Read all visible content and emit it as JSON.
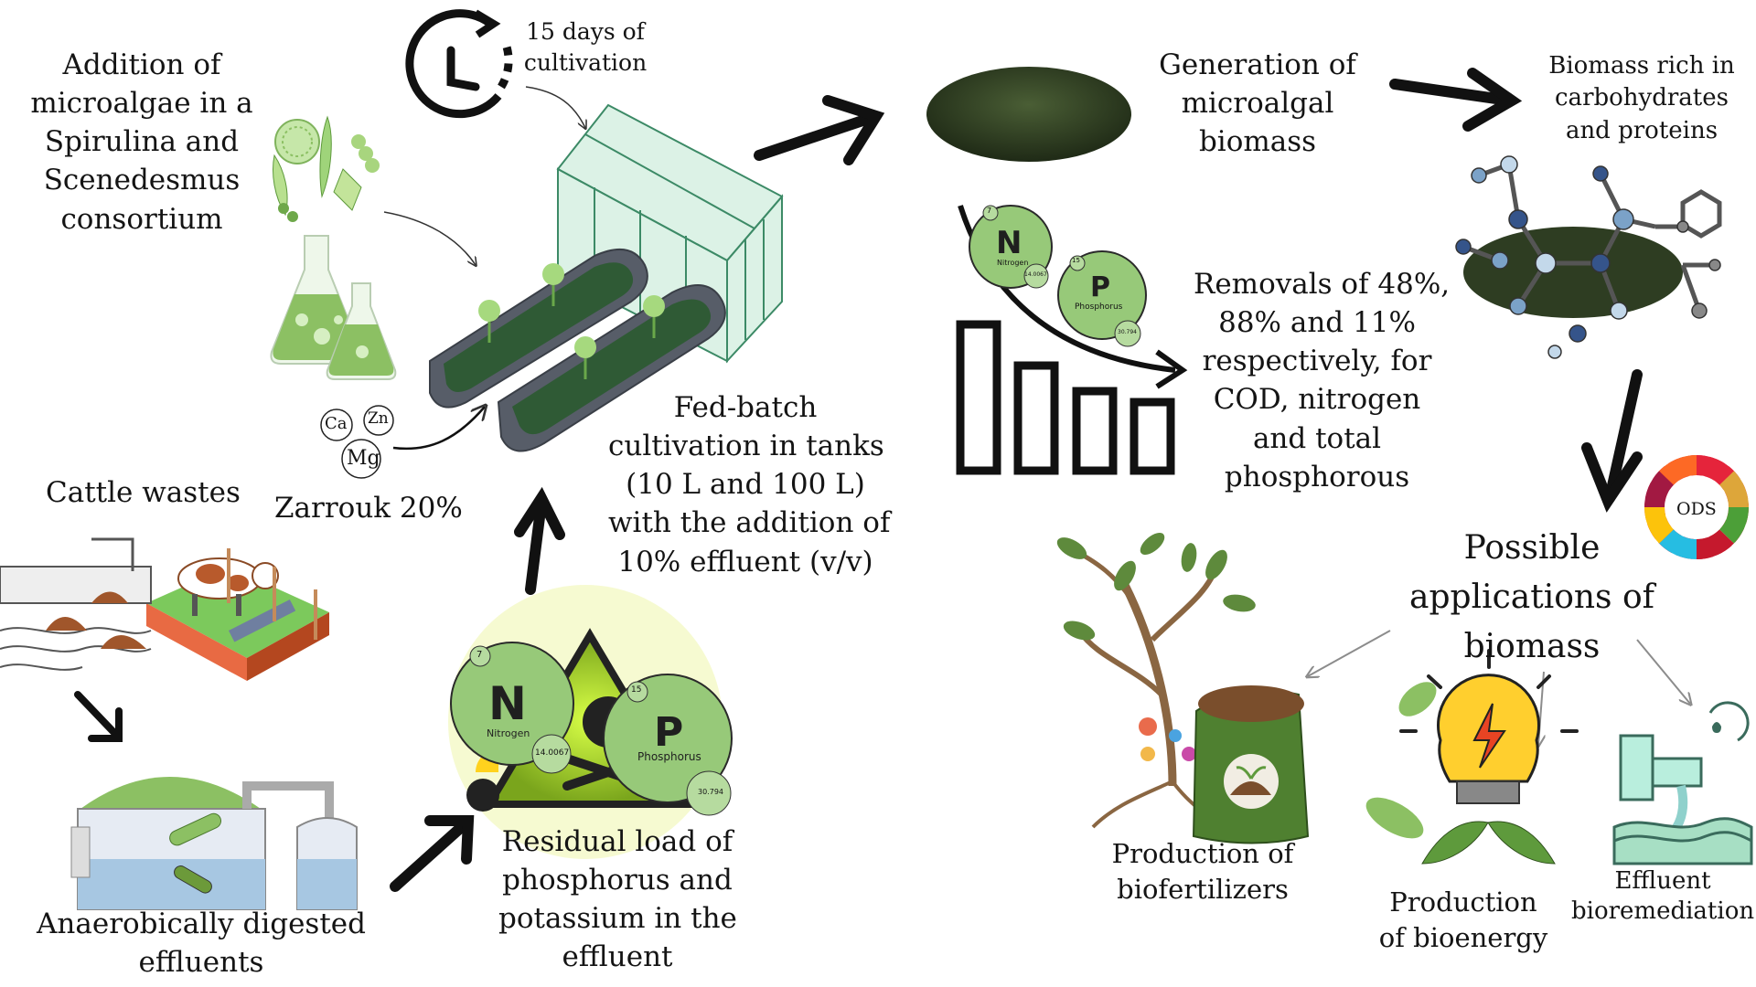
{
  "colors": {
    "ink": "#141414",
    "leaf_green": "#8cc063",
    "dark_green": "#4c7a2f",
    "glass_green": "#9fd6b7",
    "tank_grey": "#4f5560",
    "biomass": "#2e3d22",
    "toxic_yellow": "#c9f03a"
  },
  "labels": {
    "addition": [
      "Addition of",
      "microalgae in a",
      "Spirulina and",
      "Scenedesmus",
      "consortium"
    ],
    "days": [
      "15 days of",
      "cultivation"
    ],
    "zarrouk": "Zarrouk 20%",
    "minerals": [
      "Ca",
      "Zn",
      "Mg"
    ],
    "cattle": "Cattle wastes",
    "anaerobic": [
      "Anaerobically digested",
      "effluents"
    ],
    "fedbatch": [
      "Fed-batch",
      "cultivation in tanks",
      "(10 L and 100 L)",
      "with the addition of",
      "10% effluent (v/v)"
    ],
    "residual": [
      "Residual load of",
      "phosphorus and",
      "potassium in the",
      "effluent"
    ],
    "generation": [
      "Generation of",
      "microalgal",
      "biomass"
    ],
    "rich": [
      "Biomass rich in",
      "carbohydrates",
      "and proteins"
    ],
    "removals": [
      "Removals of 48%,",
      "88% and 11%",
      "respectively, for",
      "COD, nitrogen",
      "and total",
      "phosphorous"
    ],
    "possible": [
      "Possible",
      "applications of",
      "biomass"
    ],
    "biofert": [
      "Production of",
      "biofertilizers"
    ],
    "bioenergy": [
      "Production",
      "of bioenergy"
    ],
    "bioremed": [
      "Effluent",
      "bioremediation"
    ],
    "ods": "ODS"
  },
  "elements": {
    "n_big": {
      "symbol": "N",
      "name": "Nitrogen",
      "number": "7",
      "mass": "14.0067"
    },
    "p_big": {
      "symbol": "P",
      "name": "Phosphorus",
      "number": "15",
      "mass": "30.794"
    },
    "n_small": {
      "symbol": "N",
      "name": "Nitrogen",
      "number": "7",
      "mass": "14.0067"
    },
    "p_small": {
      "symbol": "P",
      "name": "Phosphorus",
      "number": "15",
      "mass": "30.794"
    }
  },
  "icons": [
    "clock-icon",
    "flask-icon",
    "microalgae-icon",
    "greenhouse-icon",
    "raceway-tank-icon",
    "cow-farm-icon",
    "manure-icon",
    "biodigester-icon",
    "hazard-icon",
    "biomass-pile-icon",
    "molecule-icon",
    "bar-chart-icon",
    "plant-tree-icon",
    "fertilizer-bag-icon",
    "lightbulb-icon",
    "effluent-pipe-icon",
    "ods-wheel-icon"
  ]
}
